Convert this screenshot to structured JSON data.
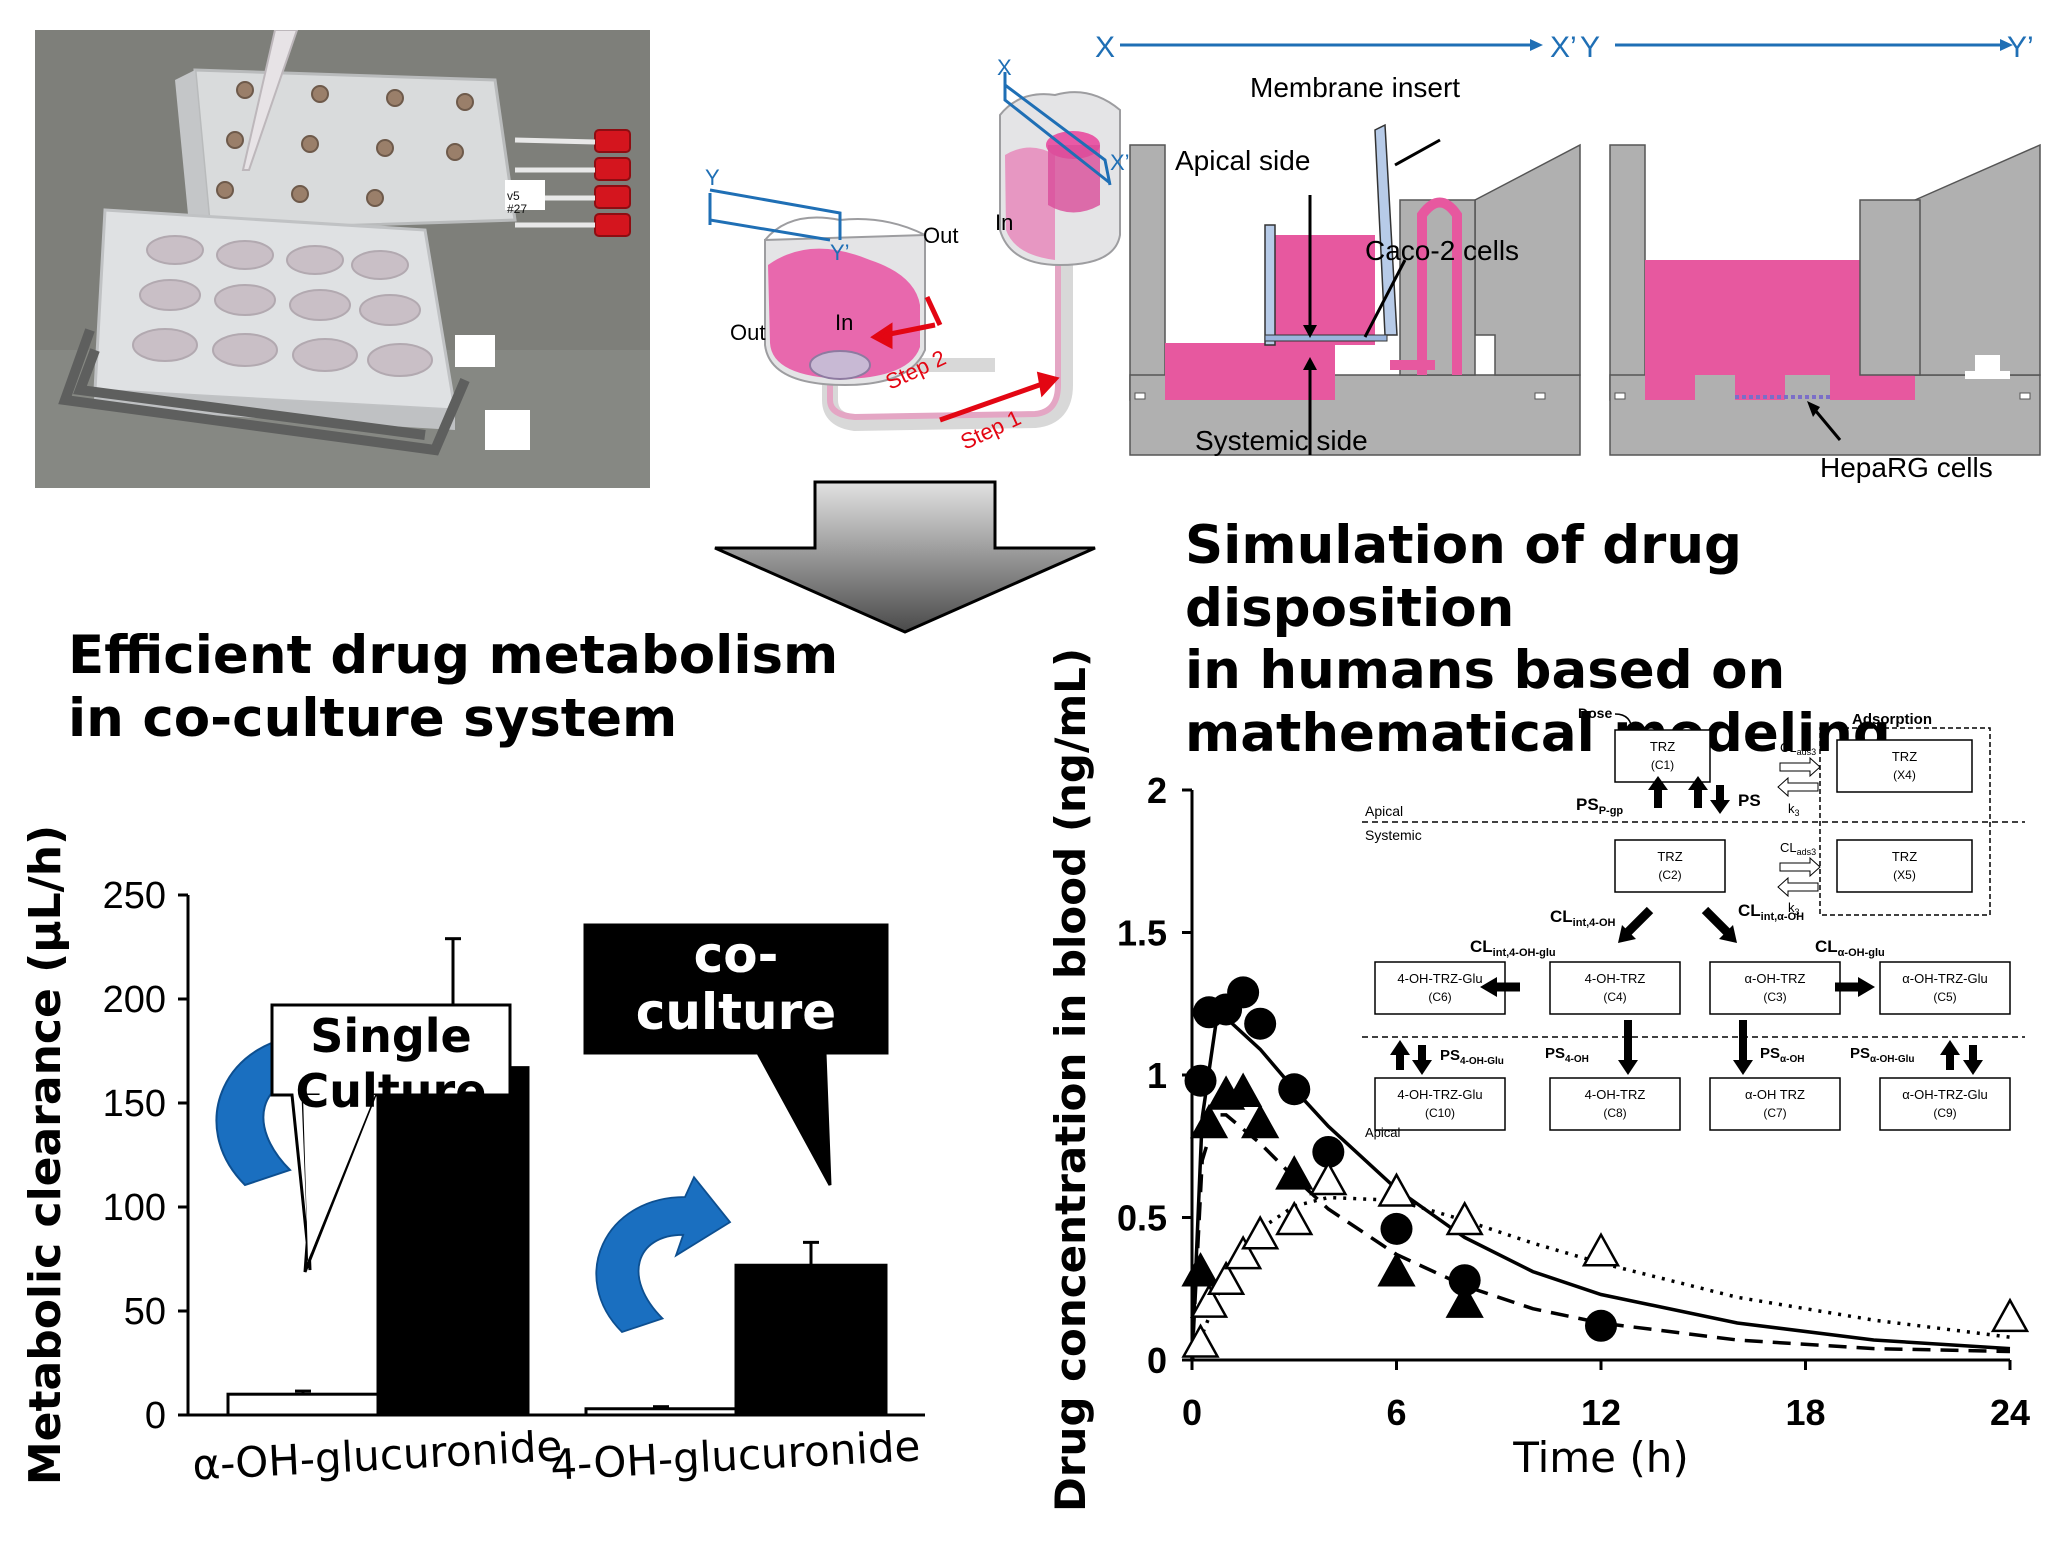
{
  "diagram": {
    "x_label": "X",
    "x_prime_label": "X’",
    "y_label": "Y",
    "y_prime_label": "Y’",
    "step1": "Step 1",
    "step2": "Step 2",
    "out_label": "Out",
    "in_label": "In",
    "membrane_insert": "Membrane insert",
    "apical_side": "Apical side",
    "caco2_cells": "Caco-2 cells",
    "systemic_side": "Systemic side",
    "heparg_cells": "HepaRG cells",
    "photo_tag": "v5\n#27"
  },
  "headings": {
    "left": "Efficient drug metabolism\nin co-culture system",
    "right": "Simulation of drug disposition\nin humans based on\nmathematical modeling"
  },
  "callouts": {
    "single": "Single\nCulture",
    "co": "co-\nculture"
  },
  "model": {
    "dose": "Dose",
    "adsorption": "Adsorption",
    "apical": "Apical",
    "systemic": "Systemic",
    "apical_bottom": "Apical",
    "ps_pgp": "PS",
    "ps_pgp_sub": "P-gp",
    "ps": "PS",
    "cl_ads3": "CL",
    "cl_ads3_sub": "ads3",
    "k3": "k",
    "k3_sub": "3",
    "cl_int_4oh": "CL",
    "cl_int_4oh_sub": "int,4-OH",
    "cl_int_aoh": "CL",
    "cl_int_aoh_sub": "int,α-OH",
    "cl_int_4ohglu": "CL",
    "cl_int_4ohglu_sub": "int,4-OH-glu",
    "cl_aohglu": "CL",
    "cl_aohglu_sub": "α-OH-glu",
    "ps_4ohglu": "PS",
    "ps_4ohglu_sub": "4-OH-Glu",
    "ps_4oh": "PS",
    "ps_4oh_sub": "4-OH",
    "ps_aoh": "PS",
    "ps_aoh_sub": "α-OH",
    "ps_aohglu": "PS",
    "ps_aohglu_sub": "α-OH-Glu",
    "boxes": [
      {
        "name": "TRZ",
        "id": "(C1)"
      },
      {
        "name": "TRZ",
        "id": "(X4)"
      },
      {
        "name": "TRZ",
        "id": "(C2)"
      },
      {
        "name": "TRZ",
        "id": "(X5)"
      },
      {
        "name": "4-OH-TRZ-Glu",
        "id": "(C6)"
      },
      {
        "name": "4-OH-TRZ",
        "id": "(C4)"
      },
      {
        "name": "α-OH-TRZ",
        "id": "(C3)"
      },
      {
        "name": "α-OH-TRZ-Glu",
        "id": "(C5)"
      },
      {
        "name": "4-OH-TRZ-Glu",
        "id": "(C10)"
      },
      {
        "name": "4-OH-TRZ",
        "id": "(C8)"
      },
      {
        "name": "α-OH TRZ",
        "id": "(C7)"
      },
      {
        "name": "α-OH-TRZ-Glu",
        "id": "(C9)"
      }
    ]
  },
  "chart_data": [
    {
      "type": "bar",
      "ylabel": "Metabolic clearance (µL/h)",
      "xlabel": "",
      "categories": [
        "α-OH-glucuronide",
        "4-OH-glucuronide"
      ],
      "ylim": [
        0,
        250
      ],
      "yticks": [
        0,
        50,
        100,
        150,
        200,
        250
      ],
      "series": [
        {
          "name": "Single Culture",
          "values": [
            10,
            3
          ],
          "errors": [
            1.5,
            1
          ],
          "color": "#ffffff"
        },
        {
          "name": "co-culture",
          "values": [
            167,
            72
          ],
          "errors": [
            62,
            11
          ],
          "color": "#000000"
        }
      ]
    },
    {
      "type": "scatter",
      "xlabel": "Time (h)",
      "ylabel": "Drug concentration in blood (ng/mL)",
      "xlim": [
        0,
        24
      ],
      "ylim": [
        0,
        2
      ],
      "xticks": [
        0,
        6,
        12,
        18,
        24
      ],
      "yticks": [
        0,
        0.5,
        1,
        1.5,
        2
      ],
      "ytick_labels": [
        "0",
        "0.5",
        "1",
        "1.5",
        "2"
      ],
      "grid": false,
      "series": [
        {
          "marker": "circle-filled",
          "points": [
            [
              0.25,
              0.98
            ],
            [
              0.5,
              1.22
            ],
            [
              1,
              1.23
            ],
            [
              1.5,
              1.29
            ],
            [
              2,
              1.18
            ],
            [
              3,
              0.95
            ],
            [
              4,
              0.73
            ],
            [
              6,
              0.46
            ],
            [
              8,
              0.28
            ],
            [
              12,
              0.12
            ]
          ],
          "line": "solid",
          "curve": [
            [
              0,
              0
            ],
            [
              0.3,
              0.85
            ],
            [
              0.7,
              1.18
            ],
            [
              1,
              1.2
            ],
            [
              2,
              1.09
            ],
            [
              3,
              0.95
            ],
            [
              4,
              0.82
            ],
            [
              6,
              0.6
            ],
            [
              8,
              0.43
            ],
            [
              10,
              0.31
            ],
            [
              12,
              0.23
            ],
            [
              16,
              0.13
            ],
            [
              20,
              0.07
            ],
            [
              24,
              0.04
            ]
          ]
        },
        {
          "marker": "triangle-filled",
          "points": [
            [
              0.25,
              0.31
            ],
            [
              0.5,
              0.83
            ],
            [
              1,
              0.93
            ],
            [
              1.5,
              0.94
            ],
            [
              2,
              0.83
            ],
            [
              3,
              0.65
            ],
            [
              6,
              0.31
            ],
            [
              8,
              0.2
            ]
          ],
          "line": "dashed",
          "curve": [
            [
              0,
              0
            ],
            [
              0.3,
              0.7
            ],
            [
              0.7,
              0.86
            ],
            [
              1,
              0.86
            ],
            [
              2,
              0.76
            ],
            [
              3,
              0.64
            ],
            [
              4,
              0.53
            ],
            [
              6,
              0.37
            ],
            [
              8,
              0.26
            ],
            [
              10,
              0.18
            ],
            [
              12,
              0.13
            ],
            [
              16,
              0.07
            ],
            [
              20,
              0.04
            ],
            [
              24,
              0.03
            ]
          ]
        },
        {
          "marker": "triangle-open",
          "points": [
            [
              0.25,
              0.06
            ],
            [
              0.5,
              0.2
            ],
            [
              1,
              0.28
            ],
            [
              1.5,
              0.37
            ],
            [
              2,
              0.44
            ],
            [
              3,
              0.49
            ],
            [
              4,
              0.63
            ],
            [
              6,
              0.59
            ],
            [
              8,
              0.49
            ],
            [
              12,
              0.38
            ],
            [
              24,
              0.15
            ]
          ],
          "line": "dotted",
          "curve": [
            [
              0,
              0
            ],
            [
              1,
              0.3
            ],
            [
              2,
              0.46
            ],
            [
              3,
              0.54
            ],
            [
              4,
              0.57
            ],
            [
              6,
              0.56
            ],
            [
              8,
              0.49
            ],
            [
              10,
              0.41
            ],
            [
              12,
              0.34
            ],
            [
              16,
              0.22
            ],
            [
              20,
              0.14
            ],
            [
              24,
              0.08
            ]
          ]
        }
      ]
    }
  ]
}
